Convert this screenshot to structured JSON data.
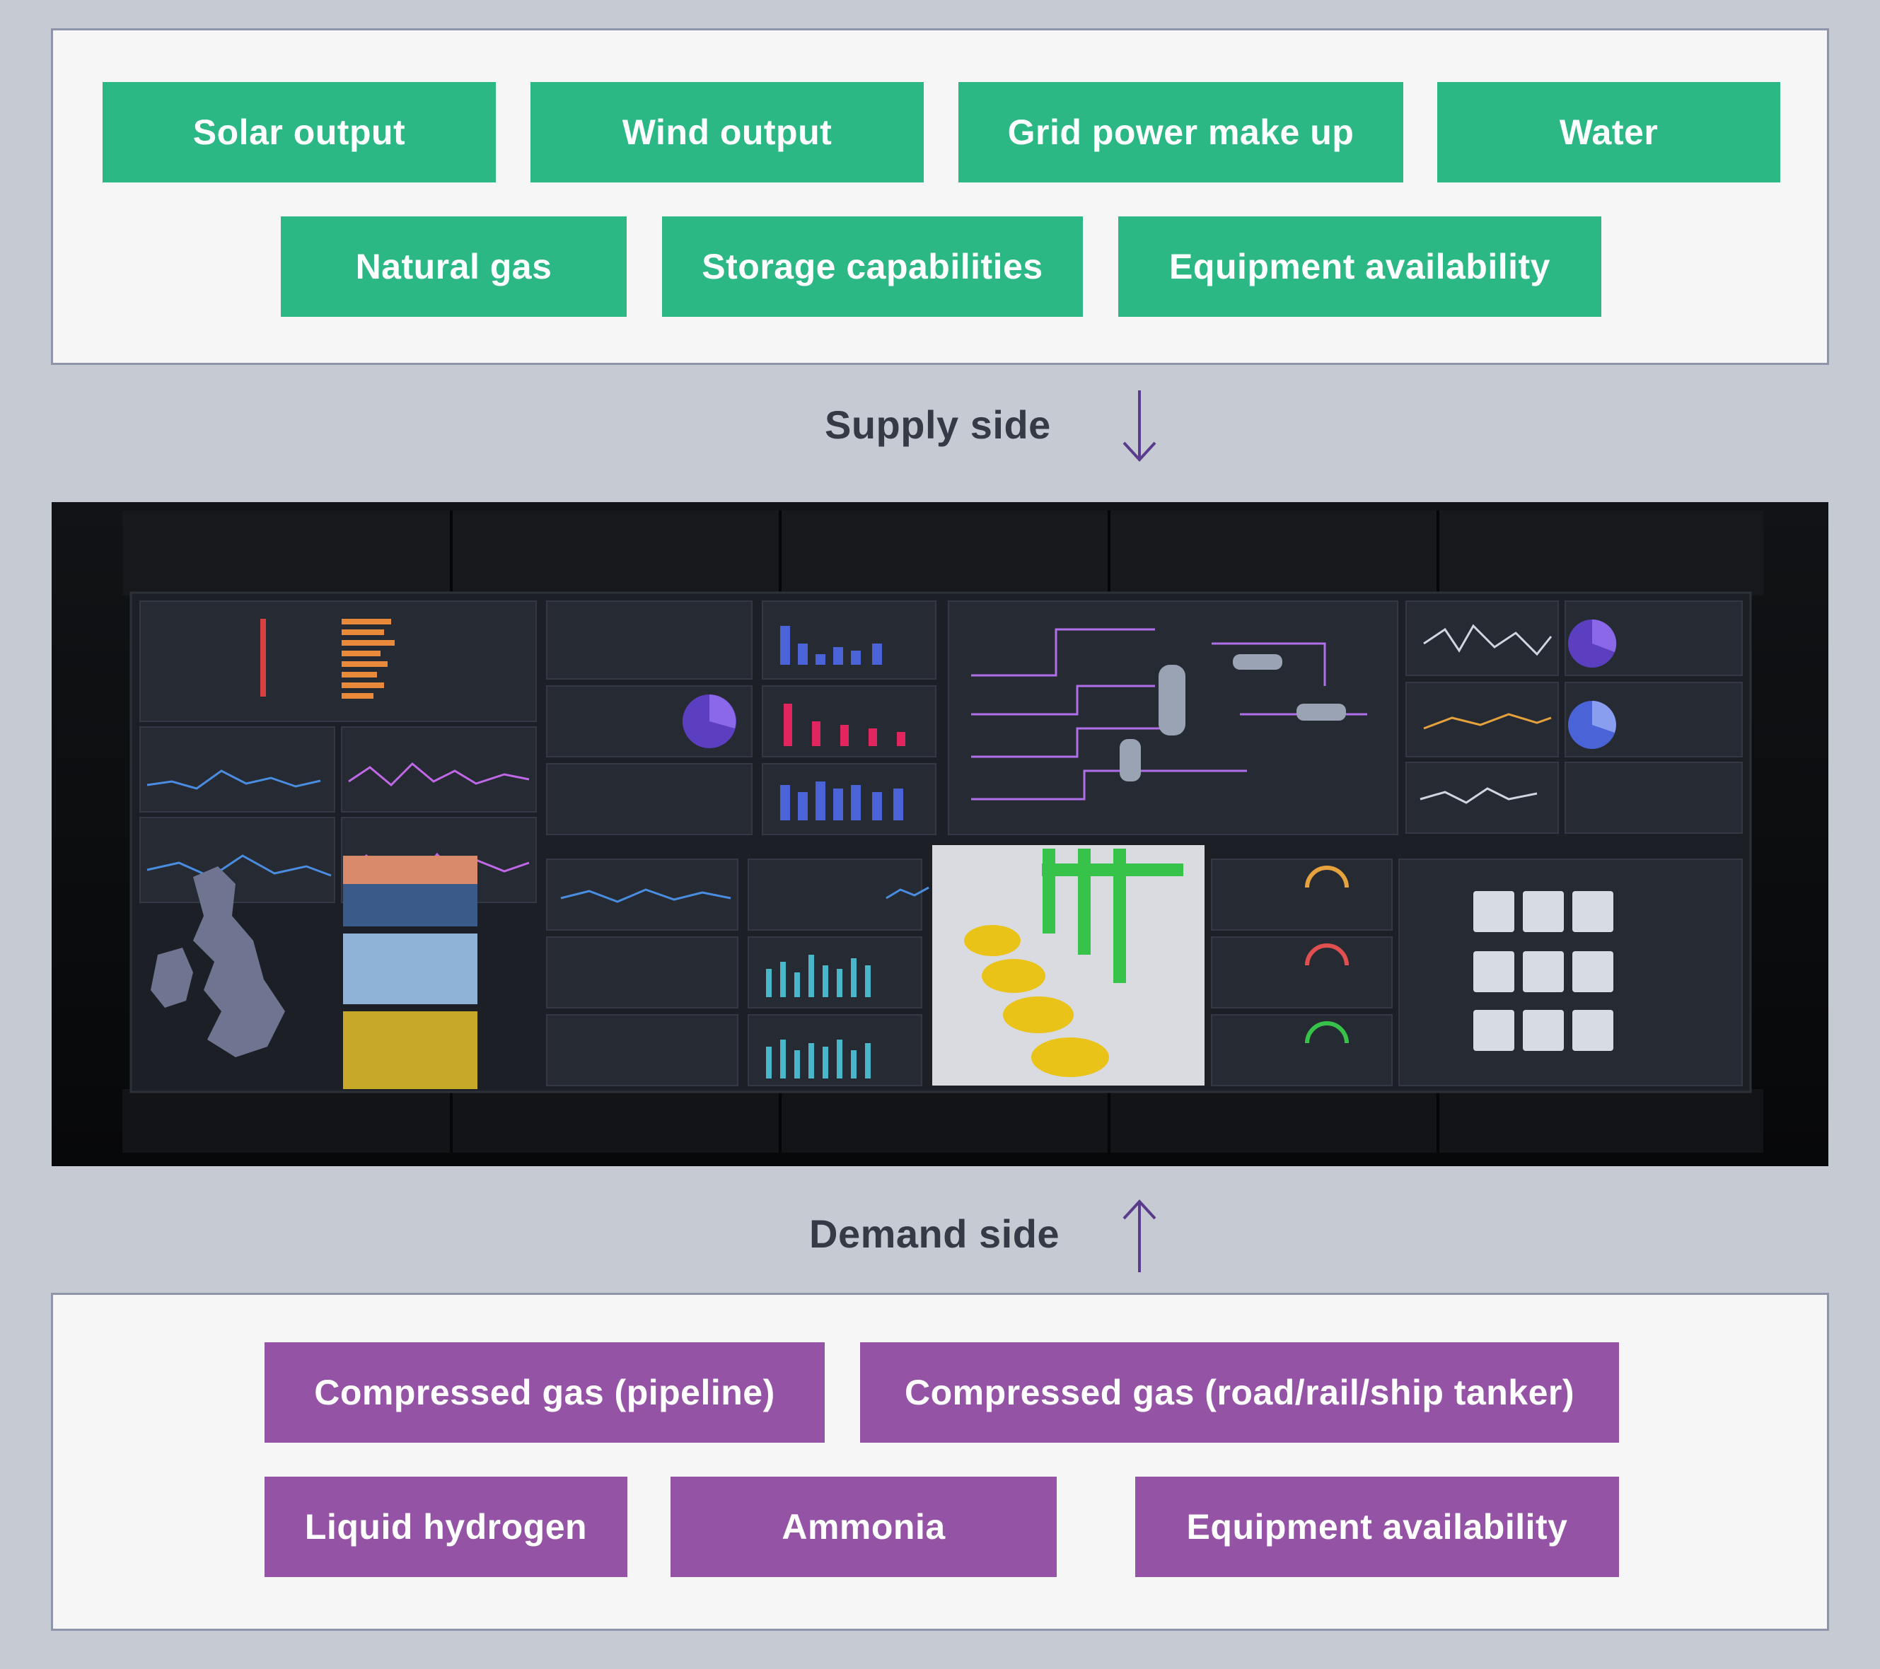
{
  "supply": {
    "items": [
      "Solar output",
      "Wind output",
      "Grid power make up",
      "Water",
      "Natural gas",
      "Storage capabilities",
      "Equipment availability"
    ],
    "label": "Supply side",
    "color": "#2bb884"
  },
  "demand": {
    "items": [
      "Compressed gas (pipeline)",
      "Compressed gas (road/rail/ship tanker)",
      "Liquid hydrogen",
      "Ammonia",
      "Equipment availability"
    ],
    "label": "Demand side",
    "color": "#9553a6"
  },
  "arrow_color": "#5b3b8c",
  "dashboard_image": {
    "description_icon": "control-room-video-wall-image"
  }
}
